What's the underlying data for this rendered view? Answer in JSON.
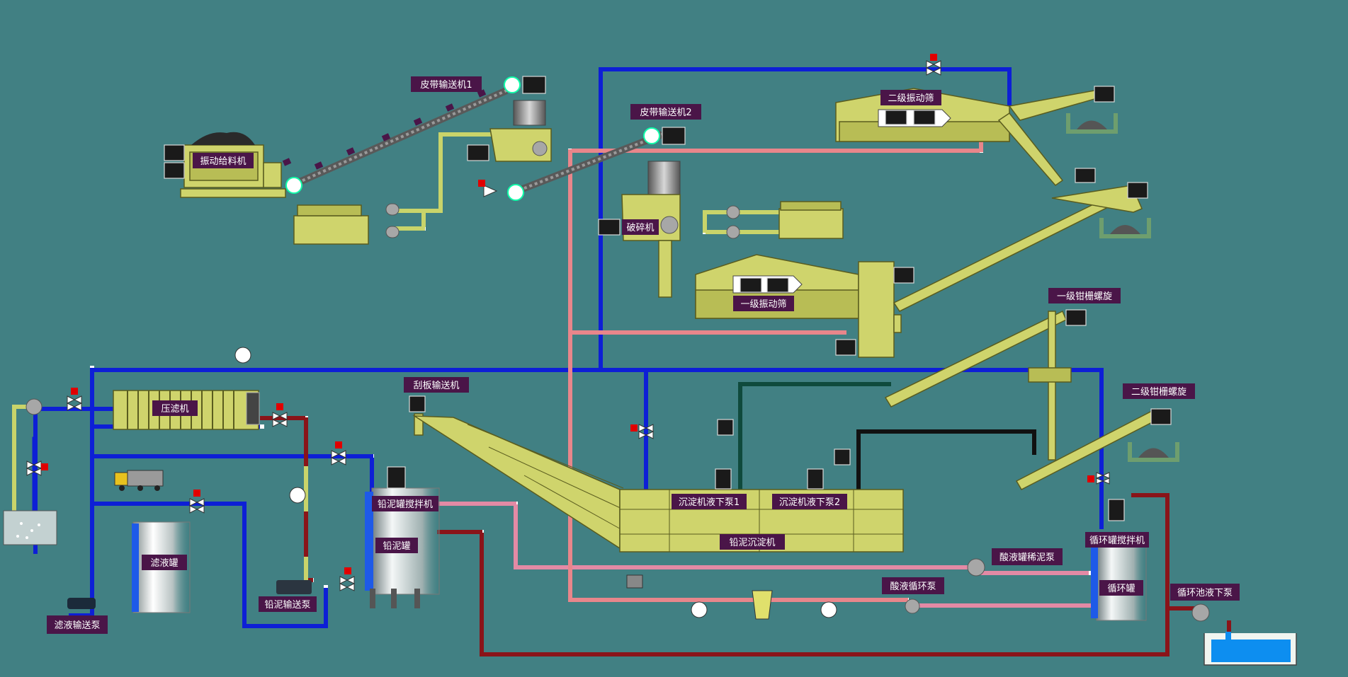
{
  "colors": {
    "background": "#418083",
    "equipment": "#cfd46c",
    "label_bg": "#4a1548",
    "label_text": "#ffffff",
    "pipe_blue": "#0d1fd6",
    "pipe_red": "#8a1419",
    "pipe_pink": "#e38aa5",
    "pipe_salmon": "#e8868b",
    "pipe_green": "#c9d46a",
    "pipe_dark": "#0f4a3c",
    "valve_flag": "#e00000",
    "water": "#0d8ef0"
  },
  "labels": {
    "belt_conveyor_1": "皮带输送机1",
    "belt_conveyor_2": "皮带输送机2",
    "vibrating_feeder": "振动给料机",
    "crusher": "破碎机",
    "screen_1": "一级振动筛",
    "screen_2": "二级振动筛",
    "screw_1": "一级钳栅螺旋",
    "screw_2": "二级钳栅螺旋",
    "filter_press": "压滤机",
    "scraper_conveyor": "刮板输送机",
    "settler_pump_1": "沉淀机液下泵1",
    "settler_pump_2": "沉淀机液下泵2",
    "lead_settler": "铅泥沉淀机",
    "mud_mixer": "铅泥罐搅拌机",
    "mud_tank": "铅泥罐",
    "mud_pump": "铅泥输送泵",
    "filtrate_tank": "滤液罐",
    "filtrate_pump": "滤液输送泵",
    "acid_thin_pump": "酸液罐稀泥泵",
    "acid_circ_pump": "酸液循环泵",
    "circ_mixer": "循环罐搅拌机",
    "circ_tank": "循环罐",
    "circ_pool_pump": "循环池液下泵"
  },
  "icons": [
    "motor-icon",
    "valve-icon",
    "pump-icon",
    "pressure-gauge-icon",
    "truck-icon",
    "flow-meter-icon"
  ]
}
